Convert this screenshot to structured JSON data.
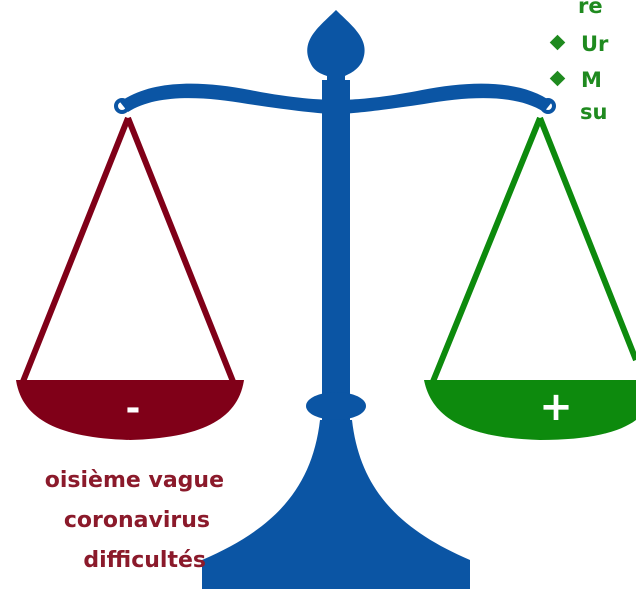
{
  "scale": {
    "minus_label": "-",
    "plus_label": "+"
  },
  "positive_list": {
    "fragment_top": "re",
    "items": [
      "Ur",
      "M"
    ],
    "continuation": "su"
  },
  "negative_list": {
    "lines": [
      "oisième vague",
      "coronavirus",
      "difficultés"
    ]
  },
  "colors": {
    "scale_blue": "#0b55a4",
    "minus_pan": "#800018",
    "plus_pan": "#0d8a0d",
    "positive_text": "#1f8a1f",
    "negative_text": "#8b1a2b"
  }
}
